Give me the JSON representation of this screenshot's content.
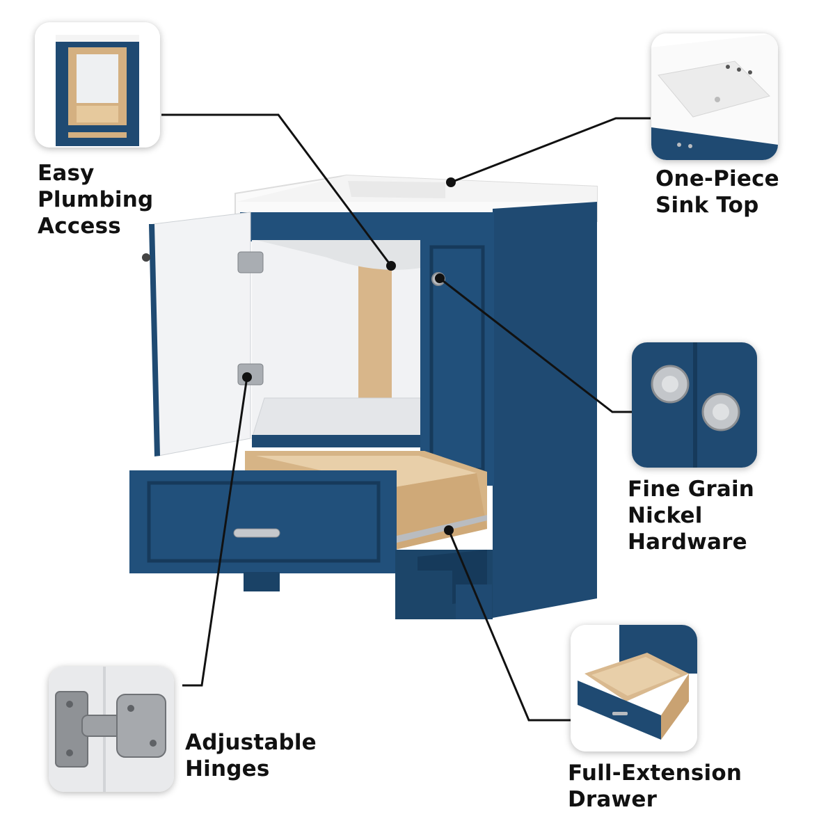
{
  "colors": {
    "cabinet_blue": "#1f4a72",
    "cabinet_blue_dark": "#163a5b",
    "interior_white": "#eef0f2",
    "wood": "#d9b98f",
    "wood_dark": "#b98f62",
    "nickel": "#b9bcc0",
    "callout_line": "#111111"
  },
  "features": [
    {
      "id": "plumbing",
      "label": "Easy\nPlumbing\nAccess",
      "icon": "open-cabinet-back-icon"
    },
    {
      "id": "sink",
      "label": "One-Piece\nSink Top",
      "icon": "sink-top-icon"
    },
    {
      "id": "hardware",
      "label": "Fine Grain Nickel\nHardware",
      "icon": "nickel-knob-icon"
    },
    {
      "id": "hinges",
      "label": "Adjustable\nHinges",
      "icon": "hinge-icon"
    },
    {
      "id": "drawer",
      "label": "Full-Extension\nDrawer",
      "icon": "drawer-icon"
    }
  ]
}
